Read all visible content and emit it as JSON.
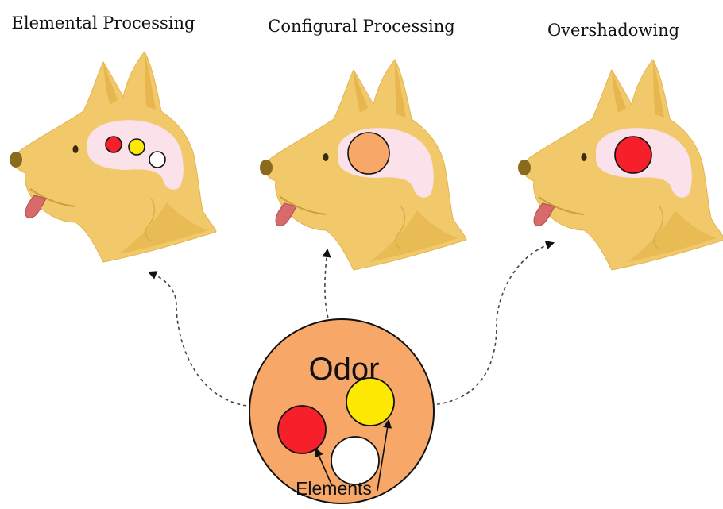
{
  "titles": {
    "elemental": "Elemental Processing",
    "configural": "Configural Processing",
    "overshadowing": "Overshadowing"
  },
  "odor": {
    "label": "Odor",
    "elements_label": "Elements"
  },
  "colors": {
    "fur": "#f1c96a",
    "brain": "#fbe1ea",
    "odor_fill": "#f7a869",
    "element_red": "#f5202a",
    "element_yellow": "#fde803",
    "element_white": "#ffffff"
  }
}
